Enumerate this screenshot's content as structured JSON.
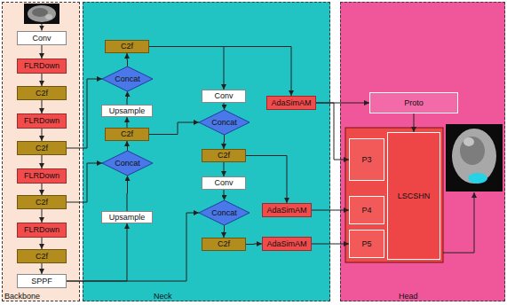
{
  "diagram": {
    "nodes": [
      {
        "text": [
          "Backbone"
        ]
      },
      {
        "text": [
          "Conv"
        ],
        "in": 0
      },
      {
        "text": [
          "FLRDown"
        ],
        "in": 0
      },
      {
        "text": [
          "C2f"
        ],
        "in": 0
      },
      {
        "text": [
          "FLRDown"
        ],
        "in": 0
      },
      {
        "text": [
          "C2f"
        ],
        "in": 0
      },
      {
        "text": [
          "FLRDown"
        ],
        "in": 0
      },
      {
        "text": [
          "C2f"
        ],
        "in": 0
      },
      {
        "text": [
          "FLRDown"
        ],
        "in": 0
      },
      {
        "text": [
          "C2f"
        ],
        "in": 0
      },
      {
        "text": [
          "SPPF"
        ],
        "in": 0
      },
      {
        "text": [
          "Neck"
        ]
      },
      {
        "text": [
          "C2f"
        ],
        "in": 11
      },
      {
        "text": [
          "Concat"
        ],
        "in": 11
      },
      {
        "text": [
          "Upsample"
        ],
        "in": 11
      },
      {
        "text": [
          "C2f"
        ],
        "in": 11
      },
      {
        "text": [
          "Concat"
        ],
        "in": 11
      },
      {
        "text": [
          "Upsample"
        ],
        "in": 11
      },
      {
        "text": [
          "Conv"
        ],
        "in": 11
      },
      {
        "text": [
          "Concat"
        ],
        "in": 11
      },
      {
        "text": [
          "C2f"
        ],
        "in": 11
      },
      {
        "text": [
          "Conv"
        ],
        "in": 11
      },
      {
        "text": [
          "Concat"
        ],
        "in": 11
      },
      {
        "text": [
          "C2f"
        ],
        "in": 11
      },
      {
        "text": [
          "AdaSimAM"
        ],
        "in": 11
      },
      {
        "text": [
          "AdaSimAM"
        ],
        "in": 11
      },
      {
        "text": [
          "AdaSimAM"
        ],
        "in": 11
      },
      {
        "text": [
          "Head"
        ]
      },
      {
        "text": [
          "Proto"
        ],
        "in": 27
      },
      {
        "text": [
          "P3"
        ],
        "in": 27
      },
      {
        "text": [
          "P4"
        ],
        "in": 27
      },
      {
        "text": [
          "P5"
        ],
        "in": 27
      },
      {
        "text": [
          "LSCSHN"
        ],
        "in": 27
      }
    ],
    "edges": [
      {
        "from": 1,
        "to": 2,
        "arrow": "to"
      },
      {
        "from": 2,
        "to": 3,
        "arrow": "to"
      },
      {
        "from": 3,
        "to": 4,
        "arrow": "to"
      },
      {
        "from": 4,
        "to": 5,
        "arrow": "to"
      },
      {
        "from": 5,
        "to": 6,
        "arrow": "to"
      },
      {
        "from": 6,
        "to": 7,
        "arrow": "to"
      },
      {
        "from": 7,
        "to": 8,
        "arrow": "to"
      },
      {
        "from": 8,
        "to": 9,
        "arrow": "to"
      },
      {
        "from": 9,
        "to": 10,
        "arrow": "to"
      },
      {
        "from": 7,
        "to": 16,
        "arrow": "to"
      },
      {
        "from": 5,
        "to": 13,
        "arrow": "to"
      },
      {
        "from": 10,
        "to": 17,
        "arrow": "to"
      },
      {
        "from": 10,
        "to": 22,
        "arrow": "to"
      },
      {
        "from": 17,
        "to": 16,
        "arrow": "to"
      },
      {
        "from": 16,
        "to": 15,
        "arrow": "to"
      },
      {
        "from": 15,
        "to": 14,
        "arrow": "to"
      },
      {
        "from": 14,
        "to": 13,
        "arrow": "to"
      },
      {
        "from": 13,
        "to": 12,
        "arrow": "to"
      },
      {
        "from": 15,
        "to": 19,
        "arrow": "to"
      },
      {
        "from": 12,
        "to": 18,
        "arrow": "to"
      },
      {
        "from": 12,
        "to": 24,
        "arrow": "to"
      },
      {
        "from": 18,
        "to": 19,
        "arrow": "to"
      },
      {
        "from": 19,
        "to": 20,
        "arrow": "to"
      },
      {
        "from": 20,
        "to": 21,
        "arrow": "to"
      },
      {
        "from": 21,
        "to": 22,
        "arrow": "to"
      },
      {
        "from": 22,
        "to": 23,
        "arrow": "to"
      },
      {
        "from": 20,
        "to": 25,
        "arrow": "to"
      },
      {
        "from": 23,
        "to": 26,
        "arrow": "to"
      },
      {
        "from": 24,
        "to": 28,
        "arrow": "to"
      },
      {
        "from": 24,
        "to": 29,
        "arrow": "to"
      },
      {
        "from": 25,
        "to": 30,
        "arrow": "to"
      },
      {
        "from": 26,
        "to": 31,
        "arrow": "to"
      },
      {
        "from": 28,
        "to": 32,
        "arrow": "to"
      }
    ]
  }
}
